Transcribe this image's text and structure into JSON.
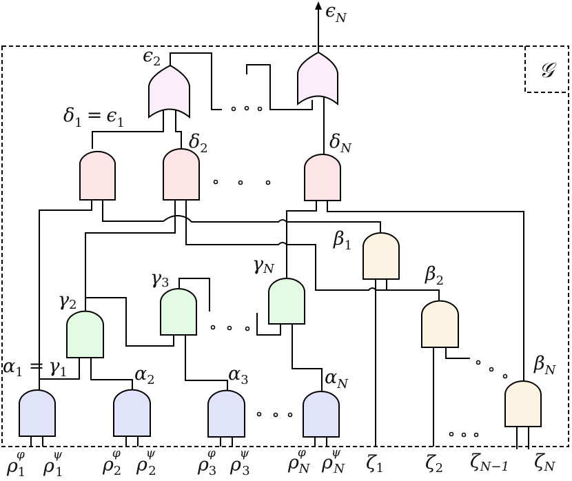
{
  "diagram": {
    "frame_label": "𝒢",
    "output": {
      "symbol": "ϵ",
      "sub": "N"
    },
    "or_gates": [
      {
        "id": "or2",
        "label_symbol": "ϵ",
        "label_sub": "2",
        "color": "#fbeefa"
      },
      {
        "id": "orN",
        "label_symbol": "",
        "label_sub": "",
        "color": "#fbeefa"
      }
    ],
    "delta_gates": {
      "color": "#fde5e7",
      "labels": [
        {
          "symbol": "δ",
          "sub": "1",
          "eq": "=",
          "eq_symbol": "ϵ",
          "eq_sub": "1"
        },
        {
          "symbol": "δ",
          "sub": "2"
        },
        {
          "symbol": "δ",
          "sub": "N"
        }
      ]
    },
    "gamma_gates": {
      "color": "#e3fbe2",
      "labels": [
        {
          "symbol": "γ",
          "sub": "2"
        },
        {
          "symbol": "γ",
          "sub": "3"
        },
        {
          "symbol": "γ",
          "sub": "N"
        }
      ]
    },
    "beta_gates": {
      "color": "#fdf3e2",
      "labels": [
        {
          "symbol": "β",
          "sub": "1"
        },
        {
          "symbol": "β",
          "sub": "2"
        },
        {
          "symbol": "β",
          "sub": "N"
        }
      ]
    },
    "alpha_gates": {
      "color": "#e1e3fb",
      "labels": [
        {
          "symbol": "α",
          "sub": "1",
          "eq": "=",
          "eq_symbol": "γ",
          "eq_sub": "1"
        },
        {
          "symbol": "α",
          "sub": "2"
        },
        {
          "symbol": "α",
          "sub": "3"
        },
        {
          "symbol": "α",
          "sub": "N"
        }
      ]
    },
    "inputs": {
      "rho": [
        {
          "symbol": "ρ",
          "sub": "1",
          "sup": "φ"
        },
        {
          "symbol": "ρ",
          "sub": "1",
          "sup": "ψ"
        },
        {
          "symbol": "ρ",
          "sub": "2",
          "sup": "φ"
        },
        {
          "symbol": "ρ",
          "sub": "2",
          "sup": "ψ"
        },
        {
          "symbol": "ρ",
          "sub": "3",
          "sup": "φ"
        },
        {
          "symbol": "ρ",
          "sub": "3",
          "sup": "ψ"
        },
        {
          "symbol": "ρ",
          "sub": "N",
          "sup": "φ"
        },
        {
          "symbol": "ρ",
          "sub": "N",
          "sup": "ψ"
        }
      ],
      "zeta": [
        {
          "symbol": "ζ",
          "sub": "1"
        },
        {
          "symbol": "ζ",
          "sub": "2"
        },
        {
          "symbol": "ζ",
          "sub": "N−1"
        },
        {
          "symbol": "ζ",
          "sub": "N"
        }
      ]
    },
    "ellipsis": "· · ·"
  }
}
